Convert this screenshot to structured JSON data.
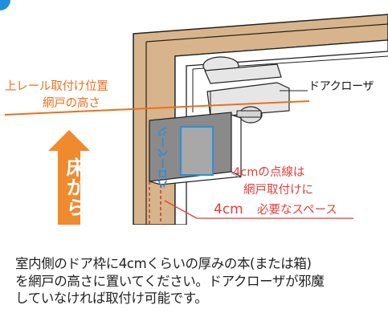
{
  "labels": {
    "rail_position": "上レール取付け位置",
    "screen_height": "網戸の高さ",
    "door_closer": "ドアクローザ",
    "floor_arrow": "床から",
    "book_spine": "ハローページ",
    "note_line1": "4cmの点線は",
    "note_line2": "網戸取付けに",
    "measure": "4cm",
    "note_line3": "必要なスペース"
  },
  "caption": {
    "line1": "室内側のドア枠に4cmくらいの厚みの本(または箱)",
    "line2": "を網戸の高さに置いてください。ドアクローザが邪魔",
    "line3": "していなければ取付け可能です。"
  },
  "colors": {
    "accent_orange": "#e8711c",
    "note_red": "#e53b3b",
    "frame_wood": "#d8b48c",
    "book_blue": "#2b8fd6"
  }
}
